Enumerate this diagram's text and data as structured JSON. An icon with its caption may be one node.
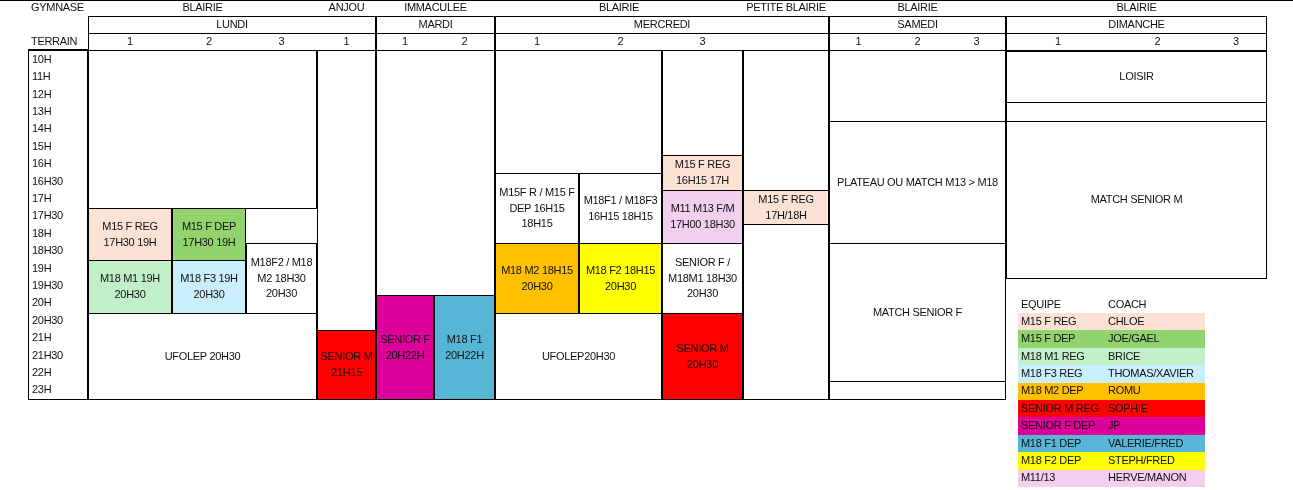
{
  "diagram": {
    "nodes": [
      {
        "text": [
          "M15 F REG 17H30 19H"
        ]
      },
      {
        "text": [
          "M15 F DEP 17H30 19H"
        ]
      },
      {
        "text": [
          "M18 M1 19H 20H30"
        ]
      },
      {
        "text": [
          "M18 F3 19H 20H30"
        ]
      },
      {
        "text": [
          "M18F2 / M18 M2 18H30 20H30"
        ]
      },
      {
        "text": [
          "UFOLEP 20H30"
        ]
      },
      {
        "text": [
          "SENIOR M 21H15"
        ]
      },
      {
        "text": [
          "SENIOR F 20H22H"
        ]
      },
      {
        "text": [
          "M18 F1 20H22H"
        ]
      },
      {
        "text": [
          "M15F R / M15 F DEP 16H15 18H15"
        ]
      },
      {
        "text": [
          "M18F1 / M18F3 16H15 18H15"
        ]
      },
      {
        "text": [
          "M15 F REG 16H15 17H"
        ]
      },
      {
        "text": [
          "M11 M13 F/M 17H00 18H30"
        ]
      },
      {
        "text": [
          "M18 M2 18H15 20H30"
        ]
      },
      {
        "text": [
          "M18 F2 18H15 20H30"
        ]
      },
      {
        "text": [
          "SENIOR F / M18M1 18H30 20H30"
        ]
      },
      {
        "text": [
          "UFOLEP20H30"
        ]
      },
      {
        "text": [
          "SENIOR M 20H30"
        ]
      },
      {
        "text": [
          "M15 F REG 17H/18H"
        ]
      },
      {
        "text": [
          "PLATEAU OU MATCH M13 > M18"
        ]
      },
      {
        "text": [
          "MATCH SENIOR F"
        ]
      },
      {
        "text": [
          "LOISIR"
        ]
      },
      {
        "text": [
          "MATCH SENIOR M"
        ]
      },
      {
        "text": [],
        "shape": "box"
      },
      {
        "text": [],
        "shape": "box"
      },
      {
        "text": [],
        "shape": "box"
      },
      {
        "text": [],
        "shape": "box"
      },
      {
        "text": [],
        "shape": "box"
      },
      {
        "text": [],
        "shape": "box"
      },
      {
        "text": [],
        "shape": "box"
      },
      {
        "text": [],
        "shape": "box"
      },
      {
        "text": [],
        "shape": "box"
      },
      {
        "text": [],
        "shape": "box"
      }
    ],
    "labels": [
      "GYMNASE",
      "BLAIRIE",
      "ANJOU",
      "IMMACULEE",
      "BLAIRIE",
      "PETITE BLAIRIE",
      "BLAIRIE",
      "BLAIRIE",
      "LUNDI",
      "MARDI",
      "MERCREDI",
      "SAMEDI",
      "DIMANCHE",
      "TERRAIN",
      "1",
      "2",
      "3",
      "1",
      "1",
      "2",
      "1",
      "2",
      "3",
      "1",
      "2",
      "3",
      "1",
      "2",
      "3",
      "10H",
      "11H",
      "12H",
      "13H",
      "14H",
      "15H",
      "16H",
      "16H30",
      "17H",
      "17H30",
      "18H",
      "18H30",
      "19H",
      "19H30",
      "20H",
      "20H30",
      "21H",
      "21H30",
      "22H",
      "23H",
      "EQUIPE",
      "COACH",
      "CHLOE",
      "JOE/GAEL",
      "BRICE",
      "THOMAS/XAVIER",
      "ROMU",
      "SOPHIE",
      "JP",
      "VALERIE/FRED",
      "STEPH/FRED",
      "HERVE/MANON"
    ],
    "legend": [
      {
        "text": "M15 F REG",
        "color": "#fbe2d5"
      },
      {
        "text": "M15 F DEP",
        "color": "#92d36e"
      },
      {
        "text": "M18 M1 REG",
        "color": "#c1f0c8"
      },
      {
        "text": "M18 F3 REG",
        "color": "#caeefb"
      },
      {
        "text": "M18 M2 DEP",
        "color": "#ffc000"
      },
      {
        "text": "SENIOR M REG",
        "color": "#ff0000"
      },
      {
        "text": "SENIOR F DEP",
        "color": "#dd0099"
      },
      {
        "text": "M18 F1 DEP",
        "color": "#56b6d6"
      },
      {
        "text": "M18 F2 DEP",
        "color": "#ffff00"
      },
      {
        "text": "M11/13",
        "color": "#f2ceef"
      }
    ]
  }
}
